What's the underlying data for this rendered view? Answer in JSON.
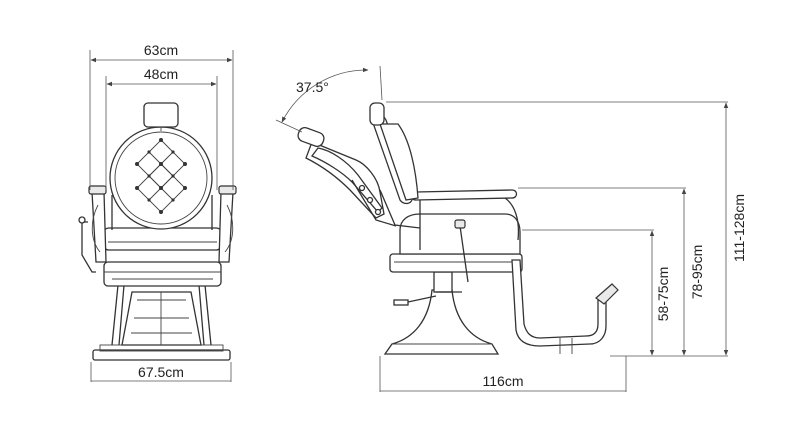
{
  "dimensions": {
    "front_outer_width": "63cm",
    "front_inner_width": "48cm",
    "front_base_width": "67.5cm",
    "recline_angle": "37.5°",
    "side_total_height": "111-128cm",
    "side_armrest_height": "78-95cm",
    "side_seat_height": "58-75cm",
    "side_total_length": "116cm"
  },
  "colors": {
    "line": "#333333",
    "background": "#ffffff"
  }
}
